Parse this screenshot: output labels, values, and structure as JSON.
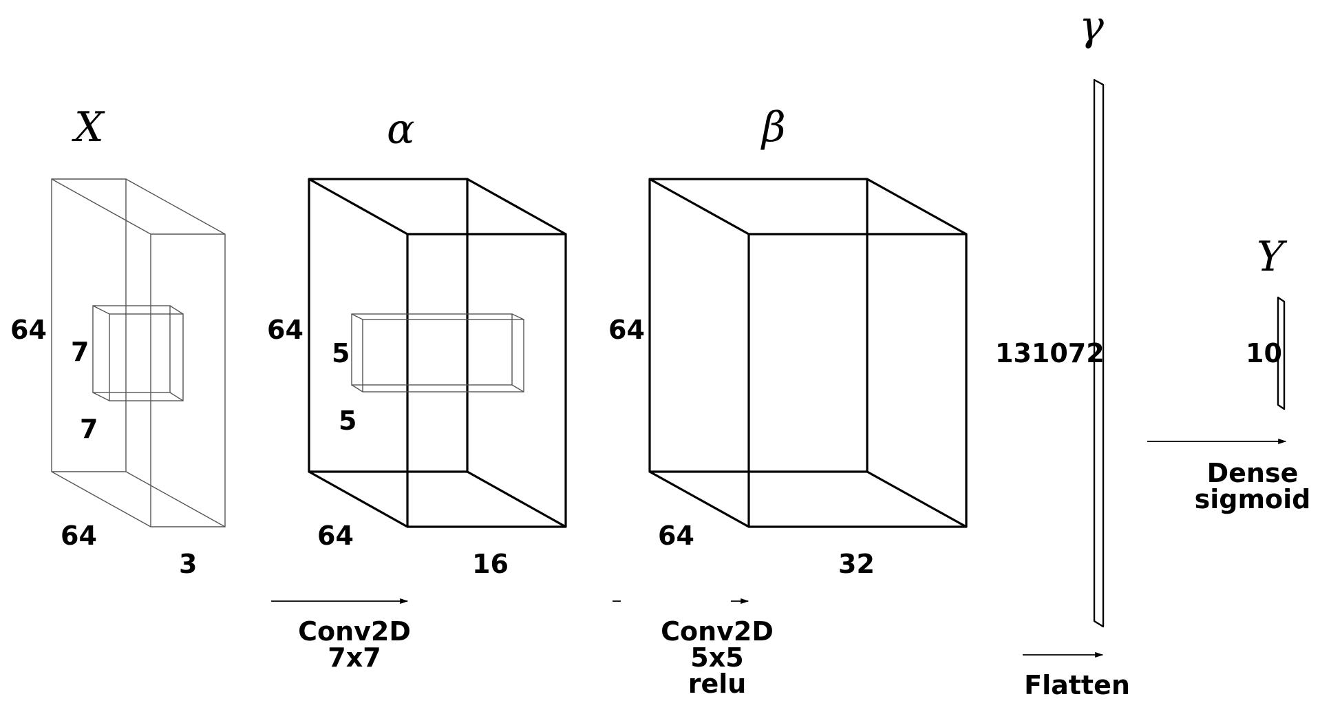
{
  "tensors": {
    "X": {
      "symbol": "X",
      "dims": [
        "64",
        "64",
        "3"
      ],
      "kernel": [
        "7",
        "7"
      ]
    },
    "alpha": {
      "symbol": "α",
      "dims": [
        "64",
        "64",
        "16"
      ],
      "kernel": [
        "5",
        "5"
      ]
    },
    "beta": {
      "symbol": "β",
      "dims": [
        "64",
        "64",
        "32"
      ]
    },
    "gamma": {
      "symbol": "γ",
      "size": "131072"
    },
    "Y": {
      "symbol": "Y",
      "size": "10"
    }
  },
  "operations": {
    "conv1": {
      "line1": "Conv2D",
      "line2": "7x7"
    },
    "conv2": {
      "line1": "Conv2D",
      "line2": "5x5",
      "line3": "relu"
    },
    "flatten": {
      "line1": "Flatten"
    },
    "dense": {
      "line1": "Dense",
      "line2": "sigmoid"
    }
  }
}
